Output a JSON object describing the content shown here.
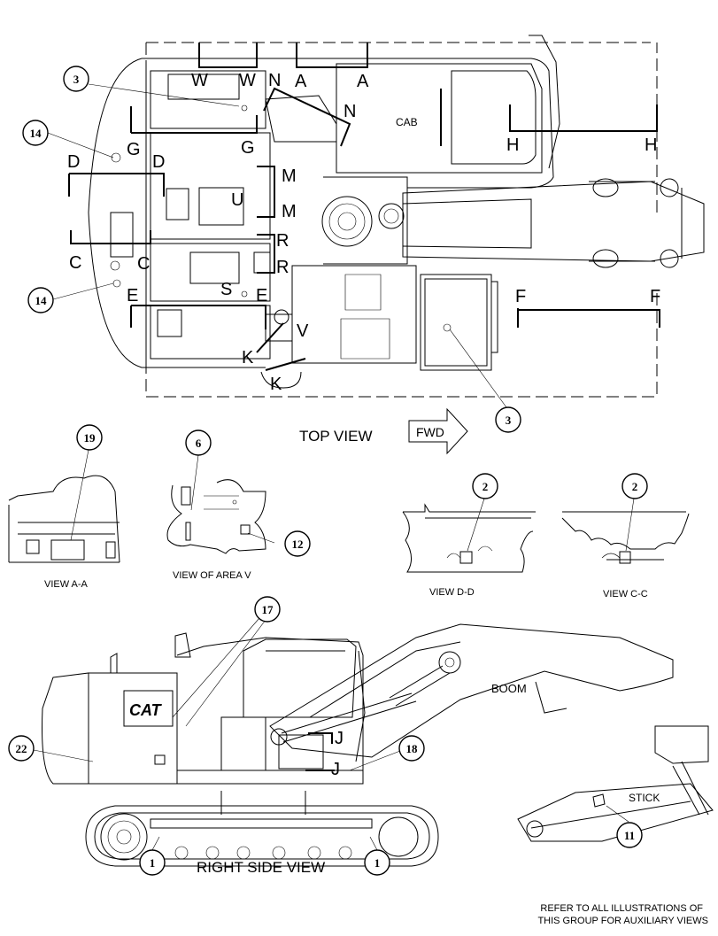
{
  "views": {
    "top_view": "TOP VIEW",
    "right_side_view": "RIGHT SIDE VIEW",
    "view_aa": "VIEW A-A",
    "view_area_v": "VIEW OF AREA V",
    "view_dd": "VIEW D-D",
    "view_cc": "VIEW C-C"
  },
  "fwd_label": "FWD",
  "component_labels": {
    "cab": "CAB",
    "boom": "BOOM",
    "stick": "STICK"
  },
  "note": [
    "REFER TO ALL ILLUSTRATIONS OF",
    "THIS GROUP FOR AUXILIARY VIEWS"
  ],
  "callouts": [
    "3",
    "14",
    "14",
    "3",
    "19",
    "6",
    "12",
    "2",
    "2",
    "17",
    "22",
    "18",
    "1",
    "1",
    "11"
  ],
  "section_letters": [
    "W",
    "W",
    "N",
    "A",
    "A",
    "N",
    "G",
    "G",
    "H",
    "H",
    "D",
    "D",
    "M",
    "M",
    "U",
    "R",
    "R",
    "C",
    "C",
    "S",
    "E",
    "E",
    "F",
    "F",
    "V",
    "K",
    "K",
    "J",
    "J"
  ],
  "cat_logo": "CAT",
  "icon_names": [
    "fwd-arrow-icon",
    "section-arrow-icon",
    "callout-circle-icon"
  ]
}
